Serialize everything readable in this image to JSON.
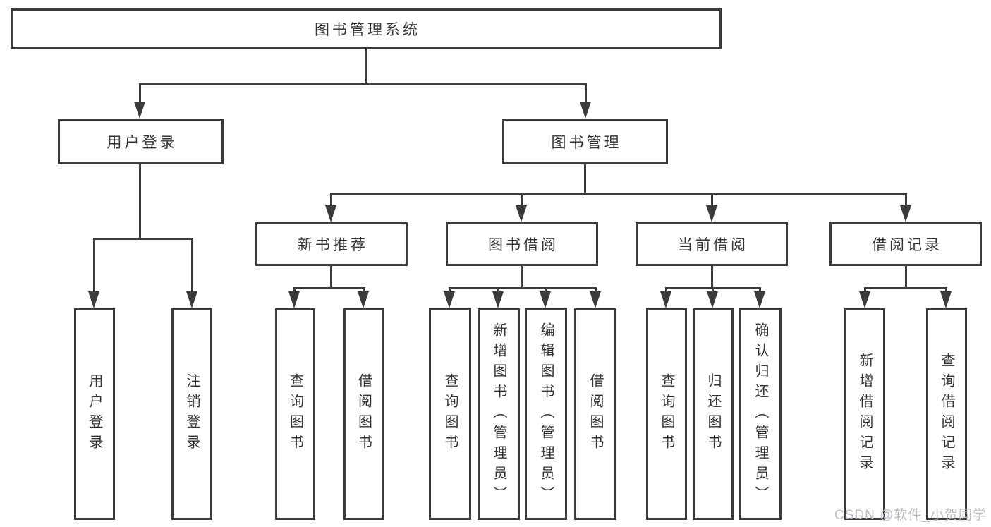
{
  "diagram": {
    "root": {
      "label": "图书管理系统"
    },
    "branches": [
      {
        "label": "用户登录",
        "children": [
          "用户登录",
          "注销登录"
        ]
      },
      {
        "label": "图书管理",
        "sections": [
          {
            "label": "新书推荐",
            "children": [
              "查询图书",
              "借阅图书"
            ]
          },
          {
            "label": "图书借阅",
            "children": [
              "查询图书",
              "新增图书（管理员）",
              "编辑图书（管理员）",
              "借阅图书"
            ]
          },
          {
            "label": "当前借阅",
            "children": [
              "查询图书",
              "归还图书",
              "确认归还（管理员）"
            ]
          },
          {
            "label": "借阅记录",
            "children": [
              "新增借阅记录",
              "查询借阅记录"
            ]
          }
        ]
      }
    ]
  },
  "watermark": "CSDN @软件_小贺同学",
  "colors": {
    "line": "#3b3b3b",
    "text": "#333333",
    "watermark": "#b9bec6",
    "background": "#ffffff"
  }
}
